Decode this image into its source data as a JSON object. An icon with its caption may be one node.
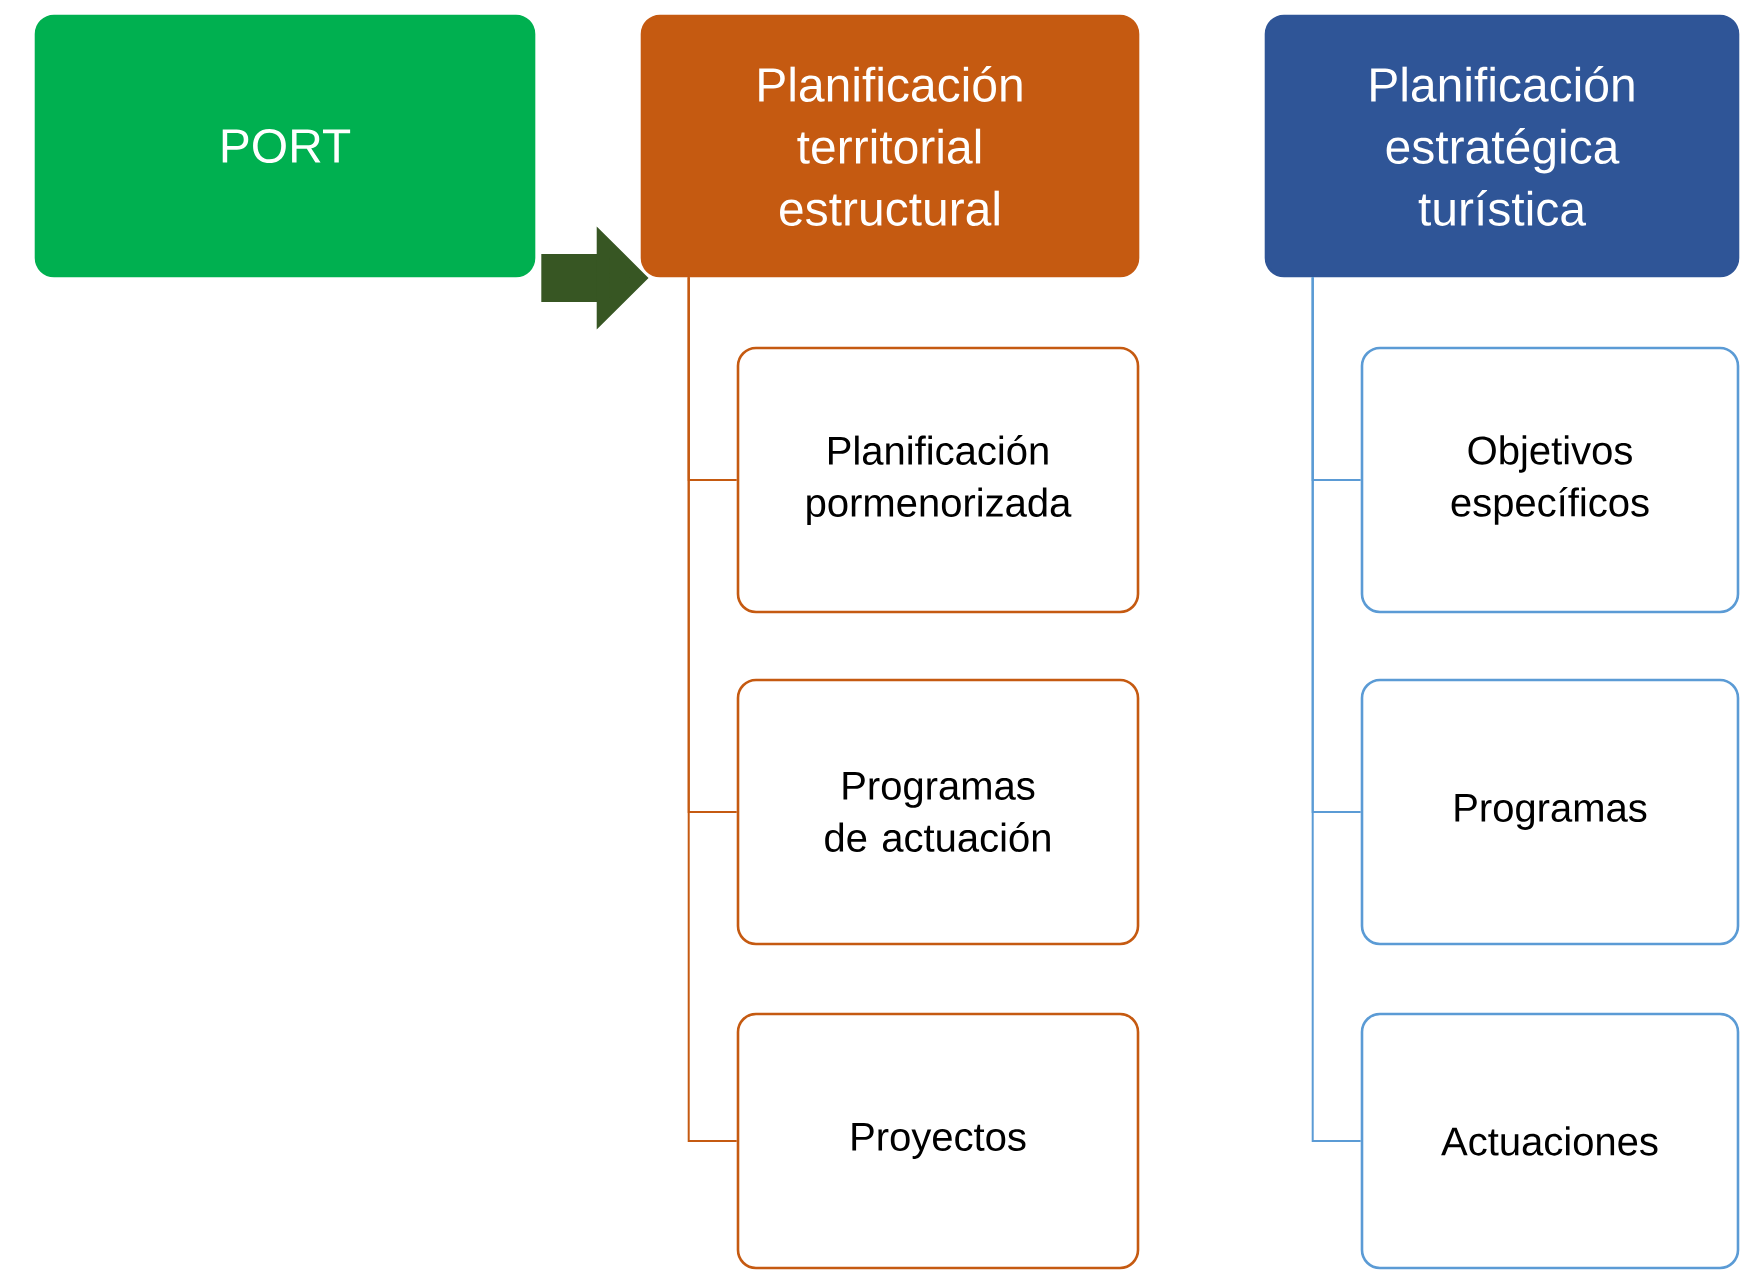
{
  "diagram": {
    "nodes": [
      {
        "text": [
          "PORT"
        ]
      },
      {
        "text": [
          "Planificación territorial estructural"
        ]
      },
      {
        "text": [
          "Planificación estratégica turística"
        ]
      },
      {
        "text": [
          "Planificación pormenorizada"
        ]
      },
      {
        "text": [
          "Programas de actuación"
        ]
      },
      {
        "text": [
          "Proyectos"
        ]
      },
      {
        "text": [
          "Objetivos específicos"
        ]
      },
      {
        "text": [
          "Programas"
        ]
      },
      {
        "text": [
          "Actuaciones"
        ]
      }
    ],
    "edges": [
      {
        "from": 0,
        "to": 1,
        "arrow": "to",
        "style": "thick",
        "color": "#375623"
      },
      {
        "from": 1,
        "to": 3,
        "arrow": "none",
        "color": "#c55a11"
      },
      {
        "from": 1,
        "to": 4,
        "arrow": "none",
        "color": "#c55a11"
      },
      {
        "from": 1,
        "to": 5,
        "arrow": "none",
        "color": "#c55a11"
      },
      {
        "from": 2,
        "to": 6,
        "arrow": "none",
        "color": "#5b9bd5"
      },
      {
        "from": 2,
        "to": 7,
        "arrow": "none",
        "color": "#5b9bd5"
      },
      {
        "from": 2,
        "to": 8,
        "arrow": "none",
        "color": "#5b9bd5"
      }
    ]
  }
}
